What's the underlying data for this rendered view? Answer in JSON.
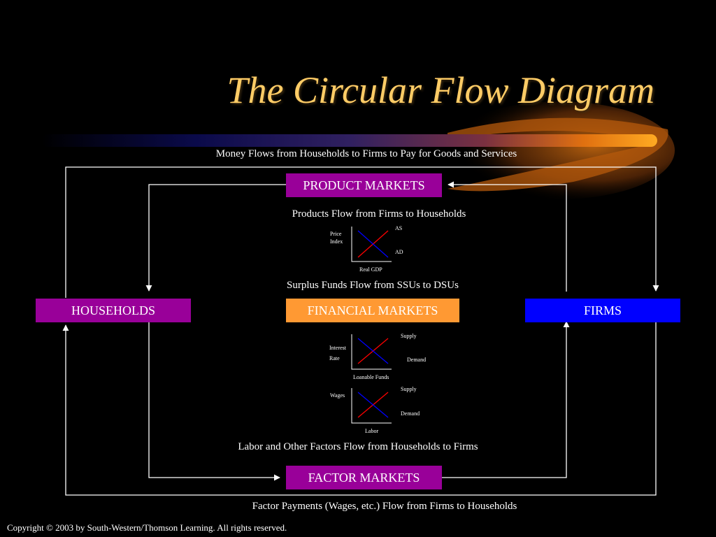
{
  "title": "The Circular Flow Diagram",
  "flows": {
    "money": "Money Flows from Households to Firms to Pay for Goods and Services",
    "products": "Products Flow from Firms to Households",
    "surplus": "Surplus Funds Flow from SSUs to DSUs",
    "labor": "Labor and Other Factors Flow from Households to Firms",
    "factor_payments": "Factor Payments (Wages, etc.) Flow from Firms to Households"
  },
  "boxes": {
    "product_markets": "PRODUCT MARKETS",
    "households": "HOUSEHOLDS",
    "financial_markets": "FINANCIAL MARKETS",
    "firms": "FIRMS",
    "factor_markets": "FACTOR MARKETS"
  },
  "charts": {
    "product": {
      "ylabel_1": "Price",
      "ylabel_2": "Index",
      "xlabel": "Real GDP",
      "supply": "AS",
      "demand": "AD"
    },
    "loanable": {
      "ylabel_1": "Interest",
      "ylabel_2": "Rate",
      "xlabel": "Loanable Funds",
      "supply": "Supply",
      "demand": "Demand"
    },
    "labor": {
      "ylabel": "Wages",
      "xlabel": "Labor",
      "supply": "Supply",
      "demand": "Demand"
    }
  },
  "colors": {
    "title": "#ffcc66",
    "box_purple": "#990099",
    "box_orange": "#ff9933",
    "box_blue": "#0000ff",
    "supply_curve": "#ff0000",
    "demand_curve": "#0000ff"
  },
  "copyright": "Copyright © 2003 by South-Western/Thomson Learning. All rights reserved."
}
